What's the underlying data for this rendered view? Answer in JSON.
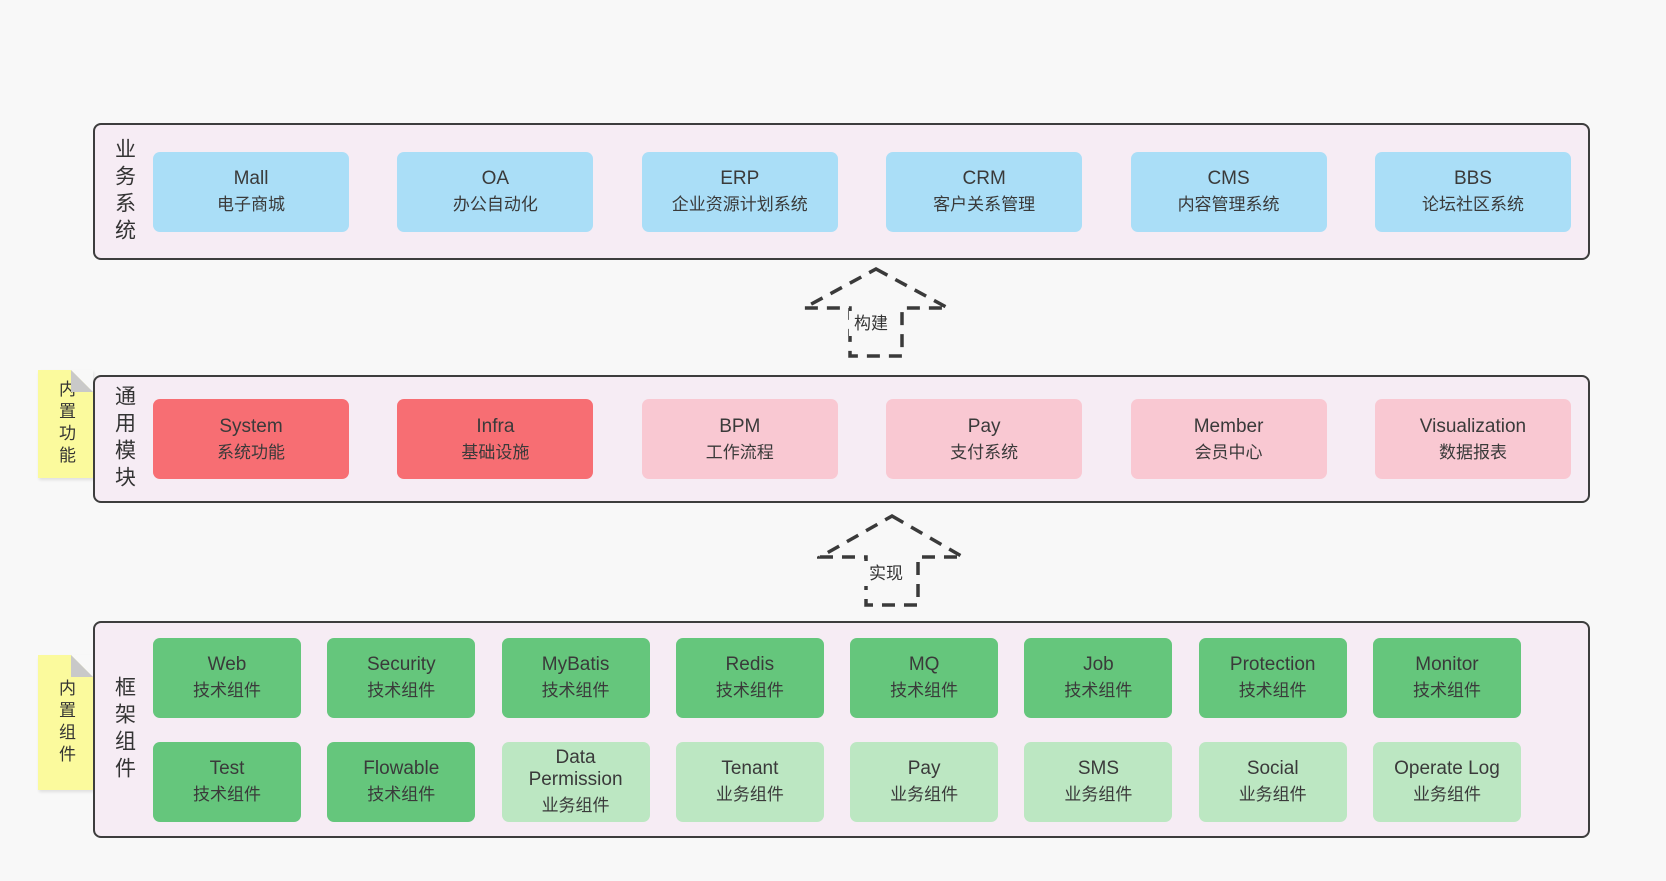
{
  "colors": {
    "page_bg": "#f8f8f8",
    "layer_bg": "#f6ecf4",
    "layer_border": "#3d3d3d",
    "blue": "#aadef7",
    "red": "#f76e73",
    "pink": "#f9c8d2",
    "green": "#65c67c",
    "light_green": "#bce7c2",
    "sticky_yellow": "#fbfa9d",
    "fold_grey": "#c9c9c9",
    "arrow": "#3a3a3a",
    "text": "#3a3a3a"
  },
  "layers": [
    {
      "label": "业务系统",
      "boxes_rows": [
        [
          {
            "en": "Mall",
            "zh": "电子商城",
            "type": "blue"
          },
          {
            "en": "OA",
            "zh": "办公自动化",
            "type": "blue"
          },
          {
            "en": "ERP",
            "zh": "企业资源计划系统",
            "type": "blue"
          },
          {
            "en": "CRM",
            "zh": "客户关系管理",
            "type": "blue"
          },
          {
            "en": "CMS",
            "zh": "内容管理系统",
            "type": "blue"
          },
          {
            "en": "BBS",
            "zh": "论坛社区系统",
            "type": "blue"
          }
        ]
      ]
    },
    {
      "label": "通用模块",
      "sticky": "内置功能",
      "boxes_rows": [
        [
          {
            "en": "System",
            "zh": "系统功能",
            "type": "red"
          },
          {
            "en": "Infra",
            "zh": "基础设施",
            "type": "red"
          },
          {
            "en": "BPM",
            "zh": "工作流程",
            "type": "pink"
          },
          {
            "en": "Pay",
            "zh": "支付系统",
            "type": "pink"
          },
          {
            "en": "Member",
            "zh": "会员中心",
            "type": "pink"
          },
          {
            "en": "Visualization",
            "zh": "数据报表",
            "type": "pink"
          }
        ]
      ]
    },
    {
      "label": "框架组件",
      "sticky": "内置组件",
      "boxes_rows": [
        [
          {
            "en": "Web",
            "zh": "技术组件",
            "type": "green"
          },
          {
            "en": "Security",
            "zh": "技术组件",
            "type": "green"
          },
          {
            "en": "MyBatis",
            "zh": "技术组件",
            "type": "green"
          },
          {
            "en": "Redis",
            "zh": "技术组件",
            "type": "green"
          },
          {
            "en": "MQ",
            "zh": "技术组件",
            "type": "green"
          },
          {
            "en": "Job",
            "zh": "技术组件",
            "type": "green"
          },
          {
            "en": "Protection",
            "zh": "技术组件",
            "type": "green"
          },
          {
            "en": "Monitor",
            "zh": "技术组件",
            "type": "green"
          }
        ],
        [
          {
            "en": "Test",
            "zh": "技术组件",
            "type": "green"
          },
          {
            "en": "Flowable",
            "zh": "技术组件",
            "type": "green"
          },
          {
            "en": "Data Permission",
            "zh": "业务组件",
            "type": "light_green"
          },
          {
            "en": "Tenant",
            "zh": "业务组件",
            "type": "light_green"
          },
          {
            "en": "Pay",
            "zh": "业务组件",
            "type": "light_green"
          },
          {
            "en": "SMS",
            "zh": "业务组件",
            "type": "light_green"
          },
          {
            "en": "Social",
            "zh": "业务组件",
            "type": "light_green"
          },
          {
            "en": "Operate Log",
            "zh": "业务组件",
            "type": "light_green"
          }
        ]
      ]
    }
  ],
  "arrows": [
    {
      "label": "构建"
    },
    {
      "label": "实现"
    }
  ]
}
